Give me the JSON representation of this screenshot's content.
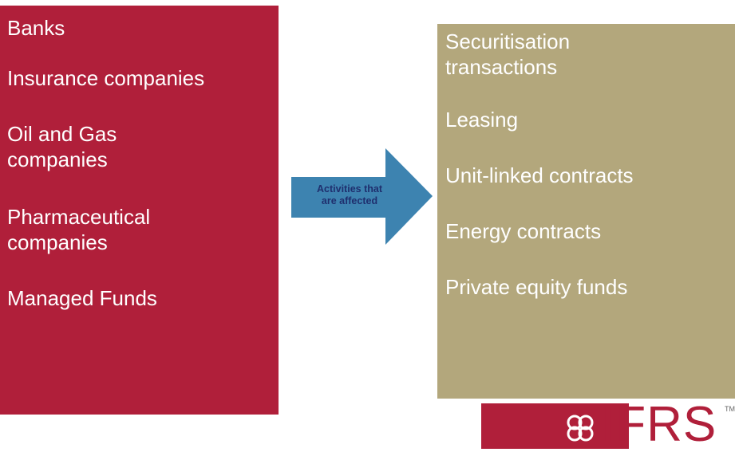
{
  "left_box": {
    "items": [
      [
        "Banks"
      ],
      [
        "Insurance companies"
      ],
      [
        "Oil and Gas",
        "companies"
      ],
      [
        "Pharmaceutical",
        "companies"
      ],
      [
        "Managed Funds"
      ]
    ]
  },
  "arrow": {
    "lines": [
      "Activities that",
      "are affected"
    ]
  },
  "right_box": {
    "items": [
      [
        "Securitisation",
        "transactions"
      ],
      [
        "Leasing"
      ],
      [
        "Unit-linked contracts"
      ],
      [
        "Energy contracts"
      ],
      [
        "Private equity funds"
      ]
    ]
  },
  "logo": {
    "text": "IFRS",
    "tm": "TM"
  },
  "colors": {
    "left_box": "#b01f3a",
    "right_box": "#b3a77c",
    "arrow": "#3d83b0",
    "arrow_text": "#1f2f6e"
  }
}
